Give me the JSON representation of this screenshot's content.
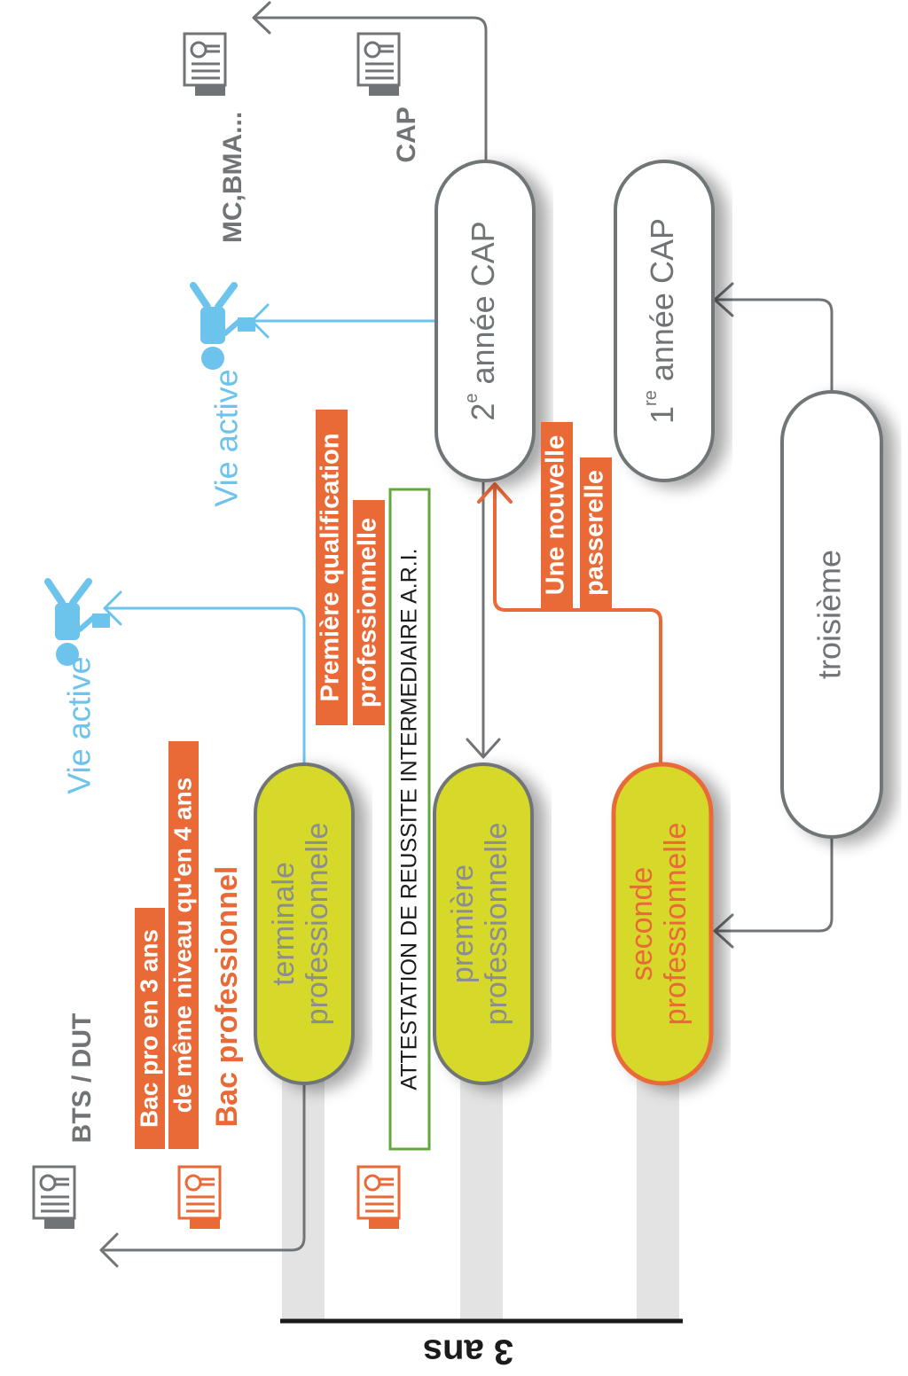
{
  "colors": {
    "orange": "#e96a37",
    "blue": "#6cc3ec",
    "gray": "#707477",
    "yellow": "#d6d82a",
    "green": "#62a83b",
    "text_gray": "#8b8e90"
  },
  "boxes": {
    "terminale": {
      "line1": "terminale",
      "line2": "professionnelle"
    },
    "premiere": {
      "line1": "première",
      "line2": "professionnelle"
    },
    "seconde": {
      "line1": "seconde",
      "line2": "professionnelle"
    },
    "troisieme": {
      "label": "troisième"
    },
    "cap1": {
      "prefix": "1",
      "sup": "re",
      "suffix": " année CAP"
    },
    "cap2": {
      "prefix": "2",
      "sup": "e",
      "suffix": " année CAP"
    }
  },
  "labels": {
    "bts_dut": "BTS / DUT",
    "bac_pro_3ans": "Bac pro en 3 ans",
    "meme_niveau": "de même niveau qu'en 4 ans",
    "bac_professionnel": "Bac professionnel",
    "attestation": "ATTESTATION DE REUSSITE INTERMEDIAIRE A.R.I.",
    "premiere_qualification_1": "Première qualification",
    "premiere_qualification_2": "professionnelle",
    "une_nouvelle": "Une nouvelle",
    "passerelle": "passerelle",
    "vie_active_1": "Vie active",
    "vie_active_2": "Vie active",
    "mc_bma": "MC,BMA...",
    "cap": "CAP",
    "duration": "3 ans"
  },
  "icons": [
    "diploma-icon",
    "worker-icon",
    "arrow-icon"
  ]
}
